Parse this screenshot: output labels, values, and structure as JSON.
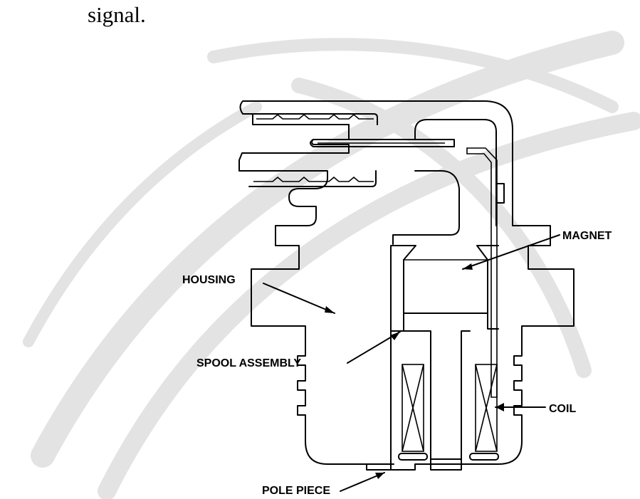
{
  "document": {
    "body_text": "signal."
  },
  "figure": {
    "labels": {
      "magnet": "MAGNET",
      "housing": "HOUSING",
      "spool_assembly": "SPOOL ASSEMBLY",
      "coil": "COIL",
      "pole_piece": "POLE PIECE"
    }
  }
}
